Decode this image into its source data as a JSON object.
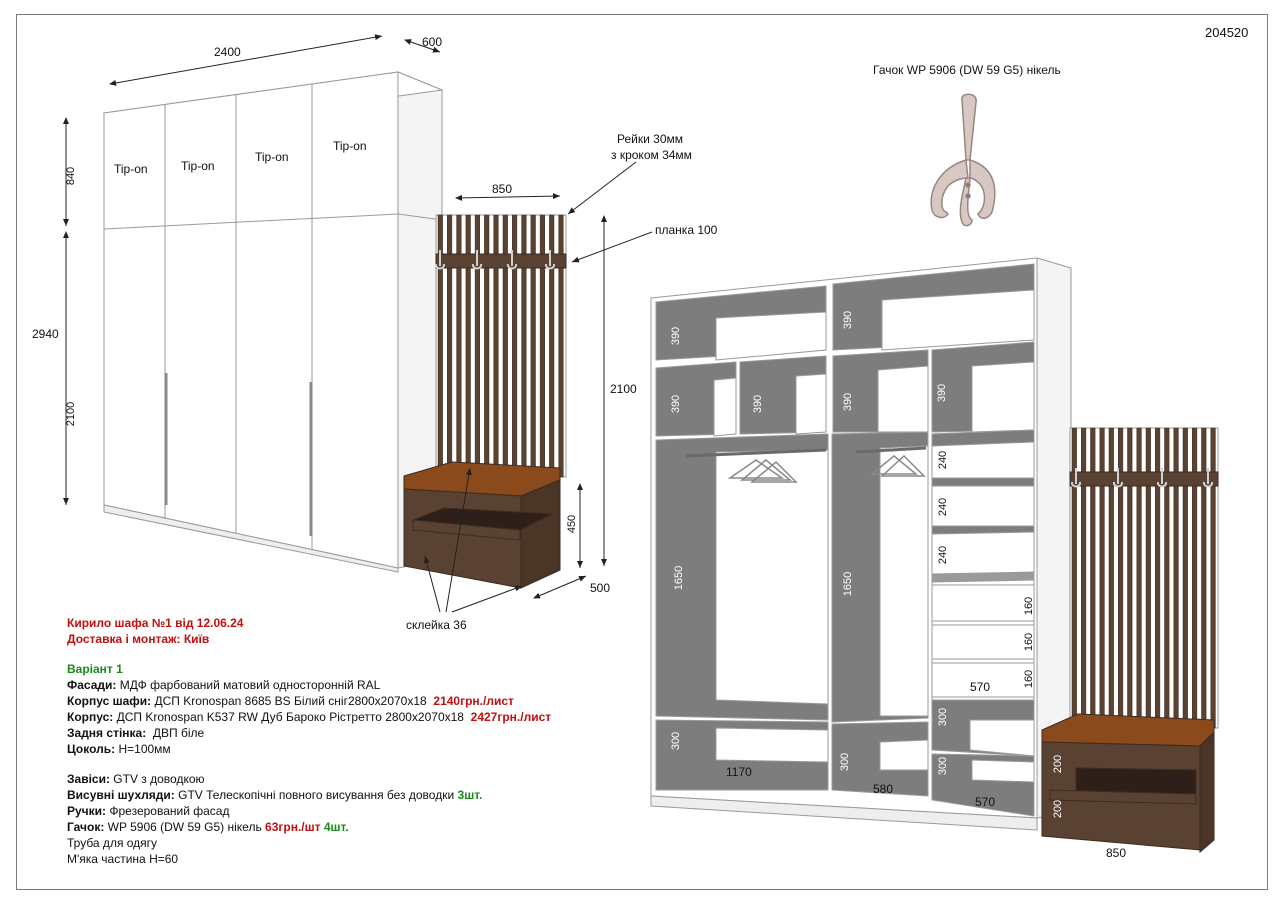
{
  "drawing_id": "204520",
  "hook_caption": "Гачок WP 5906 (DW 59 G5) нікель",
  "left_view": {
    "dim_width": "2400",
    "dim_depth": "600",
    "dim_top": "840",
    "dim_total": "2940",
    "dim_bottom": "2100",
    "tipon_labels": [
      "Tip-on",
      "Tip-on",
      "Tip-on",
      "Tip-on"
    ]
  },
  "panel_view": {
    "dim_width": "850",
    "rails_note_line1": "Рейки 30мм",
    "rails_note_line2": "з кроком 34мм",
    "plank_note": "планка 100",
    "dim_height": "2100",
    "dim_bench_height": "450",
    "dim_bench_depth": "500",
    "glue_note": "склейка 36"
  },
  "right_view": {
    "top_row": [
      "390",
      "390"
    ],
    "second_row": [
      "390",
      "390",
      "390",
      "390"
    ],
    "left_section_height": "1650",
    "middle_section_height": "1650",
    "right_shelves": [
      "240",
      "240",
      "240"
    ],
    "drawers": [
      "160",
      "160",
      "160"
    ],
    "drawer_width": "570",
    "right_lower": [
      "300",
      "300"
    ],
    "bottom_left": "300",
    "bottom_middle": "300",
    "bottom_width_left": "1170",
    "bottom_width_middle": "580",
    "bottom_width_right": "570",
    "bench_dims": [
      "200",
      "200"
    ],
    "bench_width": "850"
  },
  "order": {
    "title": "Кирило шафа №1 від 12.06.24",
    "delivery": "Доставка і монтаж: Київ",
    "variant": "Варіант 1",
    "facades_label": "Фасади:",
    "facades_value": "МДФ фарбований матовий односторонній RAL",
    "body_label": "Корпус шафи:",
    "body_value": "ДСП Kronospan 8685 BS Білий сніг2800х2070х18",
    "body_price": "2140грн./лист",
    "body2_label": "Корпус:",
    "body2_value": "ДСП Kronospan K537 RW Дуб Бароко Рістретто 2800х2070х18",
    "body2_price": "2427грн./лист",
    "back_label": "Задня стінка:",
    "back_value": "ДВП біле",
    "plinth_label": "Цоколь:",
    "plinth_value": "H=100мм",
    "hinges_label": "Завіси:",
    "hinges_value": "GTV з доводкою",
    "drawers_label": "Висувні шухляди:",
    "drawers_value": "GTV Телескопічні повного висування без доводки",
    "drawers_qty": "3шт.",
    "handles_label": "Ручки:",
    "handles_value": "Фрезерований фасад",
    "hook_label": "Гачок:",
    "hook_value": "WP 5906 (DW 59 G5) нікель",
    "hook_price": "63грн./шт",
    "hook_qty": "4шт.",
    "pipe": "Труба для одягу",
    "soft": "М'яка частина H=60"
  },
  "colors": {
    "wood": "#5a4232",
    "wood_dark": "#3d2b20",
    "cushion": "#8a4a1c",
    "interior": "#7d7d7d",
    "red_text": "#c01010",
    "green_text": "#1b8a1b"
  }
}
